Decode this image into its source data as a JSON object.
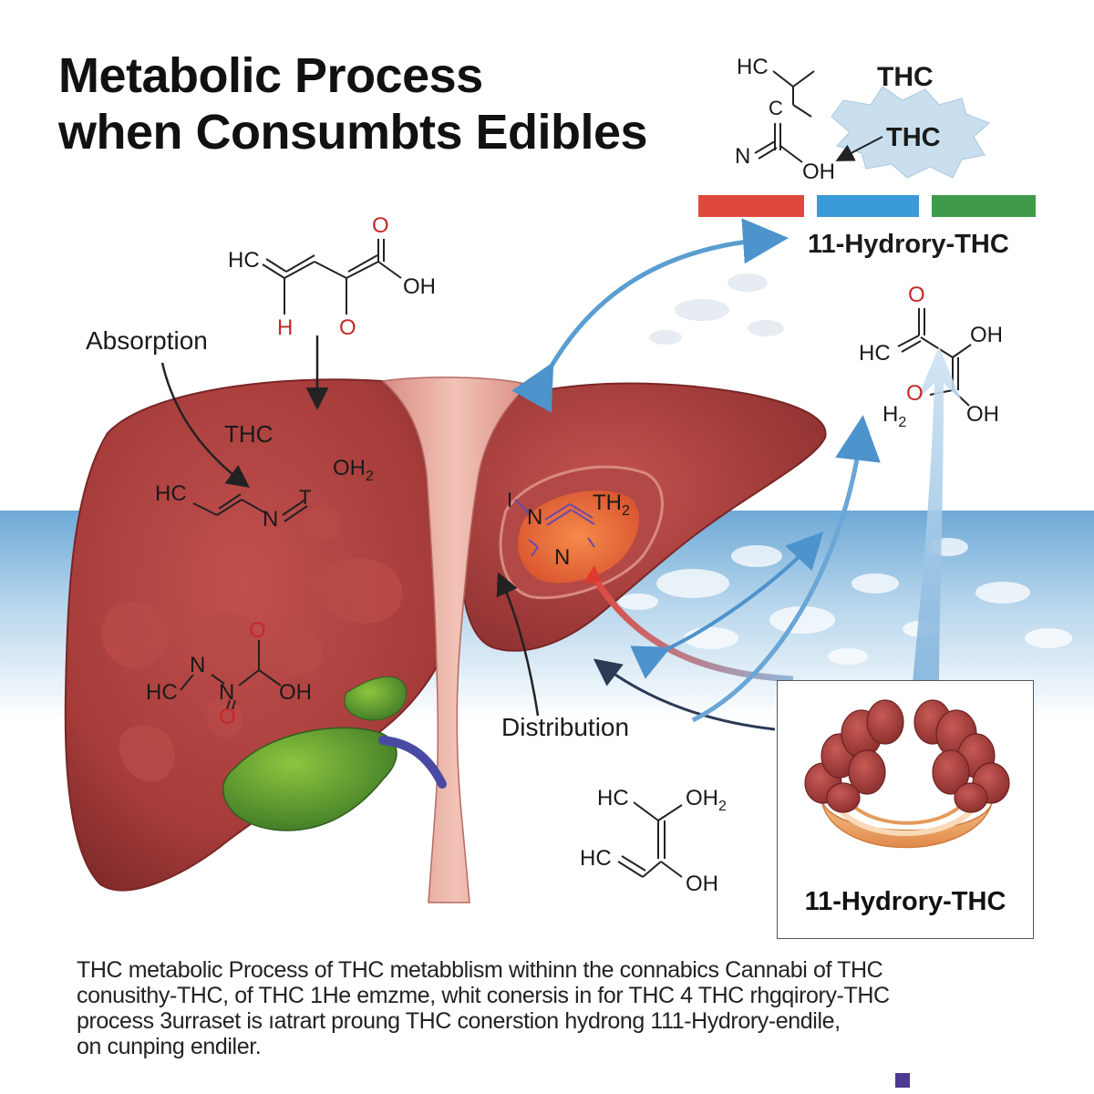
{
  "title": {
    "line1": "Metabolic Process",
    "line2": "when Consumbts Edibles"
  },
  "legend": {
    "colors": [
      "#e0483d",
      "#3b9ad9",
      "#3f9a4a"
    ],
    "thc_top": "THC",
    "thc_burst": "THC",
    "hydroxy_label": "11-Hydrory-THC"
  },
  "labels": {
    "absorption": "Absorption",
    "distribution": "Distribution",
    "thc": "THC",
    "inset_label": "11-Hydrory-THC"
  },
  "chem": {
    "top_right": {
      "hc": "HC",
      "c": "C",
      "n": "N",
      "oh": "OH"
    },
    "top_center": {
      "hc": "HC",
      "o_top": "O",
      "oh": "OH",
      "h": "H",
      "o_bottom": "O"
    },
    "left_lobe_upper": {
      "hc": "HC",
      "n": "N",
      "t": "T",
      "oh2": "OH",
      "sub2": "2"
    },
    "left_lobe_lower": {
      "hc": "HC",
      "n1": "N",
      "n2": "N",
      "o_top": "O",
      "o_bottom": "O",
      "oh": "OH"
    },
    "right_lobe": {
      "i": "I",
      "n1": "N",
      "th2": "TH",
      "sub2": "2",
      "n2": "N"
    },
    "right_side": {
      "o": "O",
      "hc": "HC",
      "oh1": "OH",
      "h2": "H",
      "sub2": "2",
      "o2": "O",
      "oh2": "OH"
    },
    "bottom_center": {
      "hc1": "HC",
      "oh2": "OH",
      "sub2": "2",
      "hc2": "HC",
      "oh": "OH"
    }
  },
  "caption": {
    "line1": "THC metabolic Process of THC metabblism withinn the connabics Cannabi of THC",
    "line2": "conusithy-THC, of THC 1He emzme, whit conersis in for THC 4 THC rhgqirory-THC",
    "line3": "process 3urraset is ıatrart proung THC conerstion hydrong 111-Hydrory-endile,",
    "line4": "on cunping endiler."
  }
}
